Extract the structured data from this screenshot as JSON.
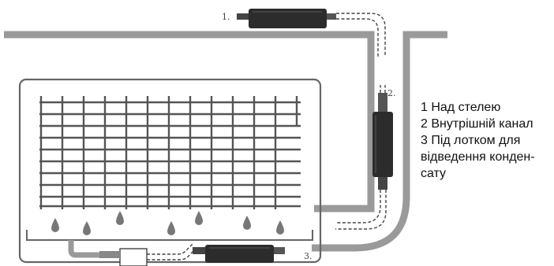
{
  "positions": [
    {
      "label": "1.",
      "location": "above ceiling"
    },
    {
      "label": "2.",
      "location": "inside wall channel"
    },
    {
      "label": "3.",
      "location": "below condensate tray"
    }
  ],
  "legend": {
    "item_1": "1 Над стелею",
    "item_2": "2 Внутрішній канал",
    "item_3_line1": "3 Під лотком для",
    "item_3_line2": "відведення конден-",
    "item_3_line3": "сату"
  },
  "colors": {
    "structure": "#9a9a9a",
    "pump_body": "#2c2c2c",
    "outline": "#555555",
    "text": "#111111"
  },
  "icons": [
    "water-drop-icon",
    "condensate-pump-icon",
    "hose-connector-icon"
  ]
}
